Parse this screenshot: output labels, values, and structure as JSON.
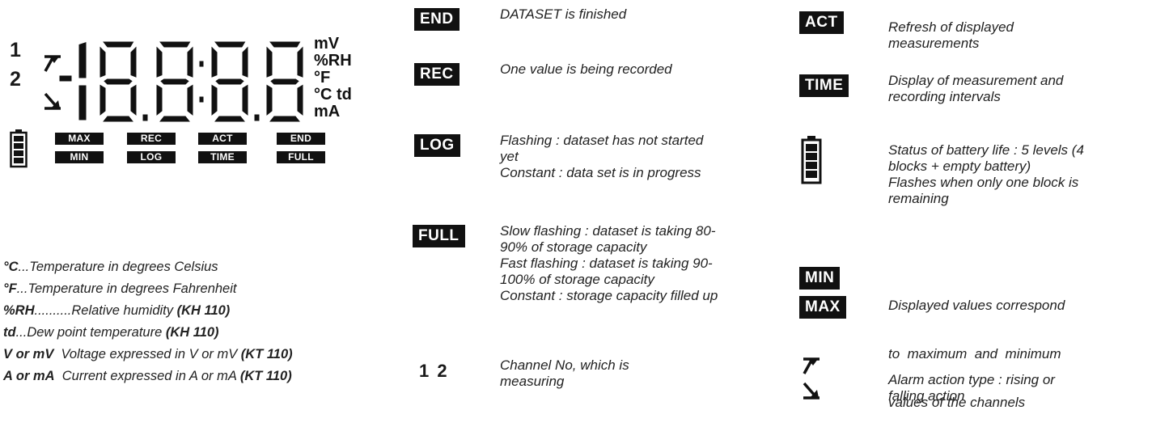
{
  "lcd": {
    "channel_1": "1",
    "channel_2": "2",
    "units": [
      "mV",
      "%RH",
      "°F",
      "°C td",
      "mA"
    ],
    "labels": {
      "max": "MAX",
      "min": "MIN",
      "rec": "REC",
      "log": "LOG",
      "act": "ACT",
      "time": "TIME",
      "end": "END",
      "full": "FULL"
    }
  },
  "legend": [
    {
      "key": "°C",
      "text": "...Temperature in degrees Celsius",
      "model": ""
    },
    {
      "key": "°F",
      "text": "...Temperature in degrees Fahrenheit",
      "model": ""
    },
    {
      "key": "%RH",
      "text": "..........Relative humidity ",
      "model": "(KH 110)"
    },
    {
      "key": "td",
      "text": "...Dew point temperature ",
      "model": "(KH 110)"
    },
    {
      "key": "V or mV",
      "text": "  Voltage expressed in V or mV ",
      "model": "(KT 110)"
    },
    {
      "key": "A or mA",
      "text": "  Current expressed in A or mA ",
      "model": "(KT 110)"
    }
  ],
  "middle": {
    "end": {
      "badge": "END",
      "lines": [
        "DATASET is finished"
      ]
    },
    "rec": {
      "badge": "REC",
      "lines": [
        "One value is being recorded"
      ]
    },
    "log": {
      "badge": "LOG",
      "lines": [
        "Flashing : dataset has not started",
        "yet",
        "Constant : data set is in progress"
      ]
    },
    "full": {
      "badge": "FULL",
      "lines": [
        "Slow flashing : dataset is taking 80-",
        "90% of storage capacity",
        "Fast flashing : dataset is taking 90-",
        "100% of storage capacity",
        "Constant : storage capacity filled up"
      ]
    },
    "channel": {
      "badge": "1 2",
      "lines": [
        "Channel No, which is",
        "measuring"
      ]
    }
  },
  "right": {
    "act": {
      "badge": "ACT",
      "lines": [
        "Refresh of displayed",
        "measurements"
      ]
    },
    "time": {
      "badge": "TIME",
      "lines": [
        "Display of measurement and",
        "recording intervals"
      ]
    },
    "battery": {
      "lines": [
        "Status of battery life : 5 levels (4",
        "blocks + empty battery)",
        "Flashes when only one block is",
        "remaining"
      ]
    },
    "minmax": {
      "badge_min": "MIN",
      "badge_max": "MAX",
      "lines": [
        "Displayed values correspond",
        "to  maximum  and  minimum",
        "values of the channels"
      ]
    },
    "alarm": {
      "lines": [
        "Alarm action type : rising or",
        "falling action"
      ]
    }
  }
}
